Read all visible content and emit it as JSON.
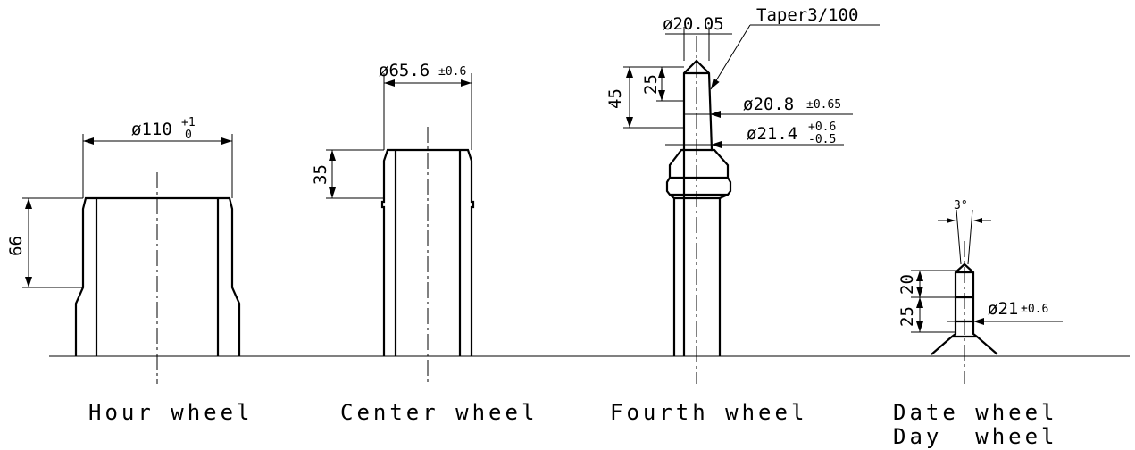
{
  "labels": {
    "hour_wheel": "Hour wheel",
    "center_wheel": "Center wheel",
    "fourth_wheel": "Fourth wheel",
    "date_wheel": "Date wheel",
    "day_wheel": "Day  wheel"
  },
  "dimensions": {
    "hour_dia": "ø110",
    "hour_dia_tol_upper": "+1",
    "hour_dia_tol_lower": "0",
    "hour_height": "66",
    "center_dia": "ø65.6",
    "center_dia_tol": "±0.6",
    "center_height": "35",
    "fourth_top_dia": "ø20.05",
    "fourth_taper": "Taper3/100",
    "fourth_height_45": "45",
    "fourth_height_25": "25",
    "fourth_dia_a": "ø20.8",
    "fourth_dia_a_tol": "±0.65",
    "fourth_dia_b": "ø21.4",
    "fourth_dia_b_tol_upper": "+0.6",
    "fourth_dia_b_tol_lower": "-0.5",
    "date_angle": "3°",
    "date_height_20": "20",
    "date_height_25": "25",
    "date_dia": "ø21",
    "date_dia_tol": "±0.6"
  }
}
